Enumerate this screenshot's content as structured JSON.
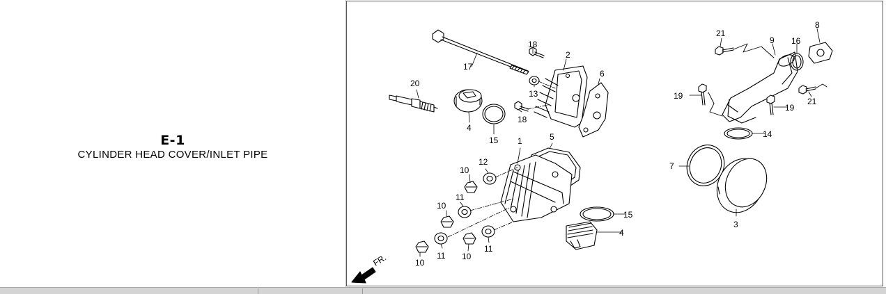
{
  "header": {
    "code": "E-1",
    "title": "CYLINDER HEAD COVER/INLET PIPE"
  },
  "diagram": {
    "direction_label": "FR.",
    "part_labels": {
      "p1": "1",
      "p2": "2",
      "p3": "3",
      "p4a": "4",
      "p4b": "4",
      "p5": "5",
      "p6": "6",
      "p7": "7",
      "p8": "8",
      "p9": "9",
      "p10a": "10",
      "p10b": "10",
      "p10c": "10",
      "p10d": "10",
      "p11a": "11",
      "p11b": "11",
      "p11c": "11",
      "p12": "12",
      "p13": "13",
      "p14": "14",
      "p15a": "15",
      "p15b": "15",
      "p16": "16",
      "p17": "17",
      "p18a": "18",
      "p18b": "18",
      "p19a": "19",
      "p19b": "19",
      "p20": "20",
      "p21a": "21",
      "p21b": "21"
    }
  },
  "colors": {
    "line": "#000000",
    "frame": "#555555",
    "strip": "#d4d4d4"
  }
}
